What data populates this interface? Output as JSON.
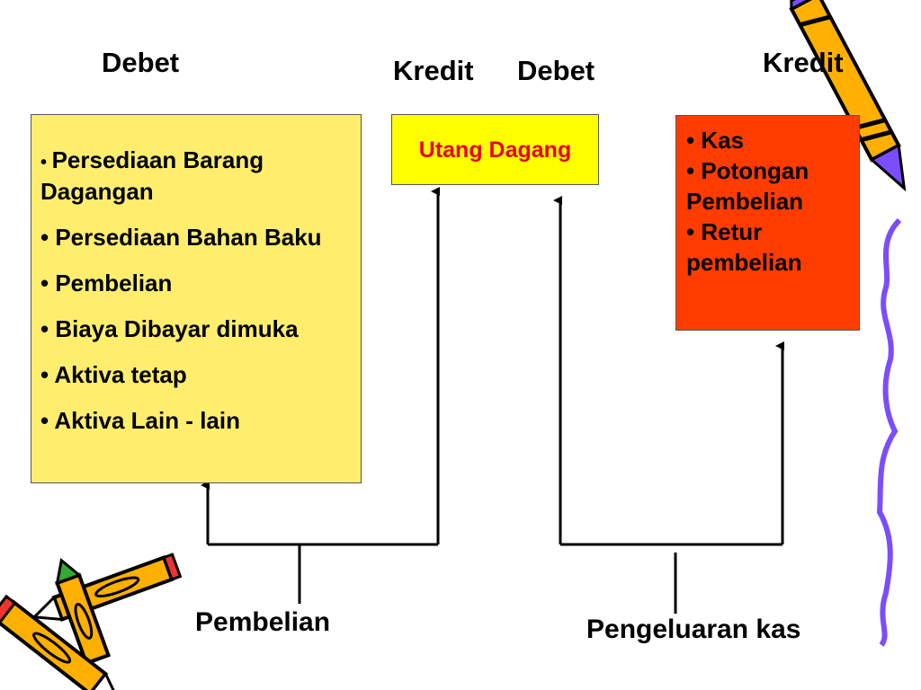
{
  "headers": {
    "debet_left": "Debet",
    "kredit_mid": "Kredit",
    "debet_mid": "Debet",
    "kredit_right": "Kredit"
  },
  "left_box": {
    "items": [
      "Persediaan Barang Dagangan",
      "Persediaan Bahan Baku",
      "Pembelian",
      "Biaya Dibayar dimuka",
      "Aktiva tetap",
      "Aktiva Lain - lain"
    ]
  },
  "mid_box": {
    "title": "Utang Dagang"
  },
  "right_box": {
    "items": [
      "Kas",
      "Potongan Pembelian",
      "Retur pembelian"
    ]
  },
  "labels": {
    "pembelian": "Pembelian",
    "pengeluaran": "Pengeluaran kas"
  },
  "colors": {
    "left_box": "#FFEE6E",
    "mid_box": "#FFFF00",
    "mid_text": "#E8001C",
    "right_box": "#FF3C00",
    "squiggle": "#7B4DFF"
  }
}
